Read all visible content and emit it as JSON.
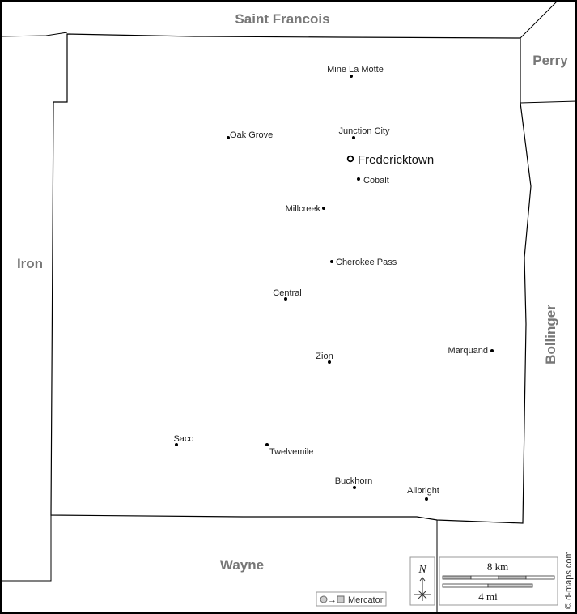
{
  "neighbors": {
    "north": "Saint Francois",
    "northeast": "Perry",
    "west": "Iron",
    "east": "Bollinger",
    "south": "Wayne"
  },
  "county_seat": "Fredericktown",
  "towns": [
    {
      "id": "mine-la-motte",
      "name": "Mine La Motte"
    },
    {
      "id": "oak-grove",
      "name": "Oak Grove"
    },
    {
      "id": "junction-city",
      "name": "Junction City"
    },
    {
      "id": "cobalt",
      "name": "Cobalt"
    },
    {
      "id": "millcreek",
      "name": "Millcreek"
    },
    {
      "id": "cherokee-pass",
      "name": "Cherokee Pass"
    },
    {
      "id": "central",
      "name": "Central"
    },
    {
      "id": "zion",
      "name": "Zion"
    },
    {
      "id": "marquand",
      "name": "Marquand"
    },
    {
      "id": "saco",
      "name": "Saco"
    },
    {
      "id": "twelvemile",
      "name": "Twelvemile"
    },
    {
      "id": "buckhorn",
      "name": "Buckhorn"
    },
    {
      "id": "allbright",
      "name": "Allbright"
    }
  ],
  "legend": {
    "projection": "Mercator",
    "north": "N",
    "scale_km": "8 km",
    "scale_mi": "4 mi",
    "credit": "© d-maps.com"
  }
}
